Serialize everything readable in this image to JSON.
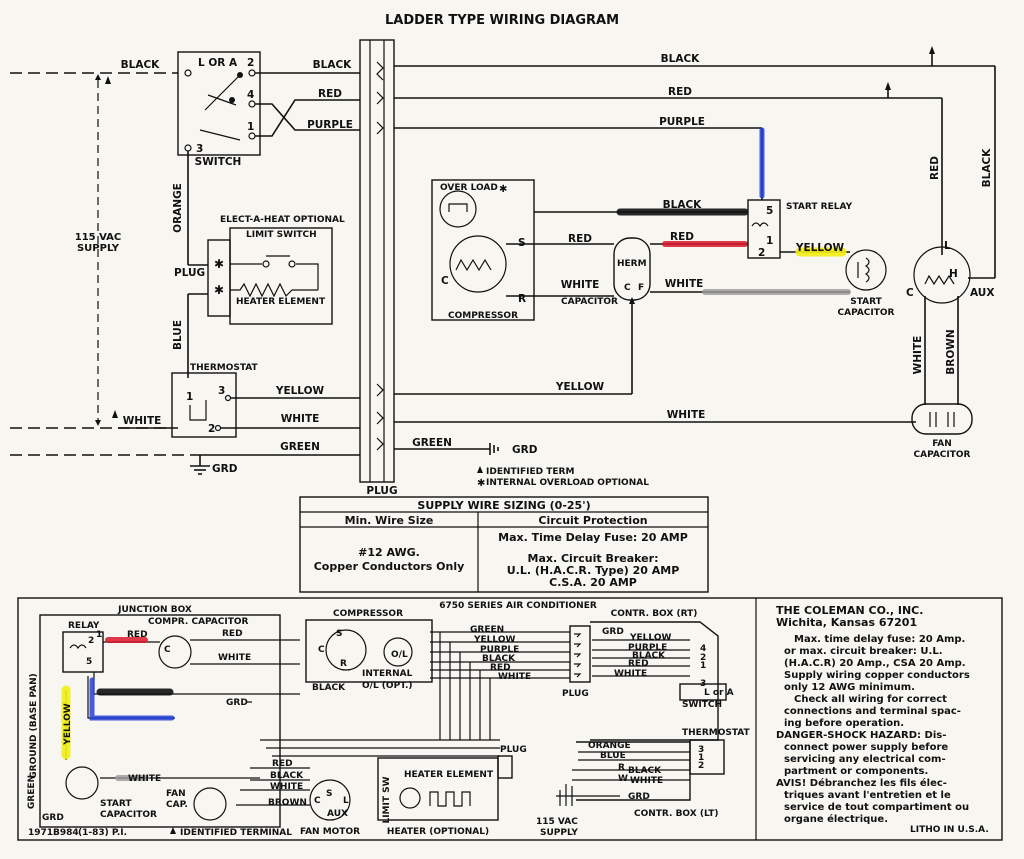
{
  "title": "LADDER TYPE WIRING DIAGRAM",
  "ladder": {
    "switch": {
      "label": "SWITCH",
      "l_or_a": "L OR A",
      "t1": "1",
      "t2": "2",
      "t3": "3",
      "t4": "4"
    },
    "wires": {
      "black": "BLACK",
      "red": "RED",
      "purple": "PURPLE",
      "orange": "ORANGE",
      "blue": "BLUE",
      "yellow": "YELLOW",
      "white": "WHITE",
      "green": "GREEN",
      "brown": "BROWN"
    },
    "supply": "115 VAC\nSUPPLY",
    "grd": "GRD",
    "elect_a_heat": "ELECT-A-HEAT OPTIONAL",
    "limit_switch": "LIMIT SWITCH",
    "heater_element": "HEATER ELEMENT",
    "plug": "PLUG",
    "thermostat": "THERMOSTAT",
    "overload": "OVER LOAD",
    "compressor": "COMPRESSOR",
    "capacitor": "CAPACITOR",
    "herm": "HERM",
    "c_label": "C",
    "f_label": "F",
    "s_label": "S",
    "r_label": "R",
    "start_relay": "START RELAY",
    "start_capacitor": "START\nCAPACITOR",
    "fan_capacitor": "FAN\nCAPACITOR",
    "l_label": "L",
    "h_label": "H",
    "aux_label": "AUX",
    "relay_5": "5",
    "relay_1": "1",
    "relay_2": "2",
    "identified_term": "IDENTIFIED TERM",
    "internal_overload": "INTERNAL OVERLOAD OPTIONAL"
  },
  "supply_table": {
    "title": "SUPPLY WIRE SIZING (0-25')",
    "col1_header": "Min. Wire Size",
    "col2_header": "Circuit Protection",
    "wire_size": "#12 AWG.\nCopper Conductors Only",
    "fuse": "Max. Time Delay Fuse: 20 AMP",
    "breaker": "Max. Circuit Breaker:\nU.L. (H.A.C.R. Type) 20 AMP\nC.S.A. 20 AMP"
  },
  "pictorial": {
    "series_title": "6750 SERIES AIR CONDITIONER",
    "junction_box": "JUNCTION BOX",
    "relay": "RELAY",
    "compr_capacitor": "COMPR. CAPACITOR",
    "compressor": "COMPRESSOR",
    "contr_box_rt": "CONTR. BOX (RT)",
    "contr_box_lt": "CONTR. BOX (LT)",
    "ground": "GROUND (BASE PAN)",
    "internal_ol": "INTERNAL\nO/L (OPT.)",
    "ol": "O/L",
    "start_capacitor": "START\nCAPACITOR",
    "fan_cap": "FAN\nCAP.",
    "fan_motor": "FAN MOTOR",
    "heater_element": "HEATER ELEMENT",
    "heater_optional": "HEATER (OPTIONAL)",
    "limit_sw": "LIMIT SW",
    "supply": "115 VAC\nSUPPLY",
    "switch": "SWITCH",
    "thermostat": "THERMOSTAT",
    "plug": "PLUG",
    "grd": "GRD",
    "l_or_a": "L or A",
    "identified_terminal": "IDENTIFIED TERMINAL",
    "part_no": "1971B984",
    "date": "(1-83) P.I.",
    "litho": "LITHO IN U.S.A."
  },
  "coleman": {
    "company": "THE COLEMAN CO., INC.",
    "city": "Wichita, Kansas 67201",
    "note1": "Max. time delay fuse: 20 Amp. or max. circuit breaker: U.L. (H.A.C.R) 20 Amp., CSA 20 Amp. Supply wiring copper conductors only 12 AWG minimum.",
    "note2": "Check all wiring for correct connections and terminal spacing before operation.",
    "danger": "DANGER-SHOCK HAZARD: Disconnect power supply before servicing any electrical compartment or components.",
    "avis": "AVIS! Débranchez les fils électriques avant l'entretien et le service de tout compartiment ou organe électrique."
  }
}
